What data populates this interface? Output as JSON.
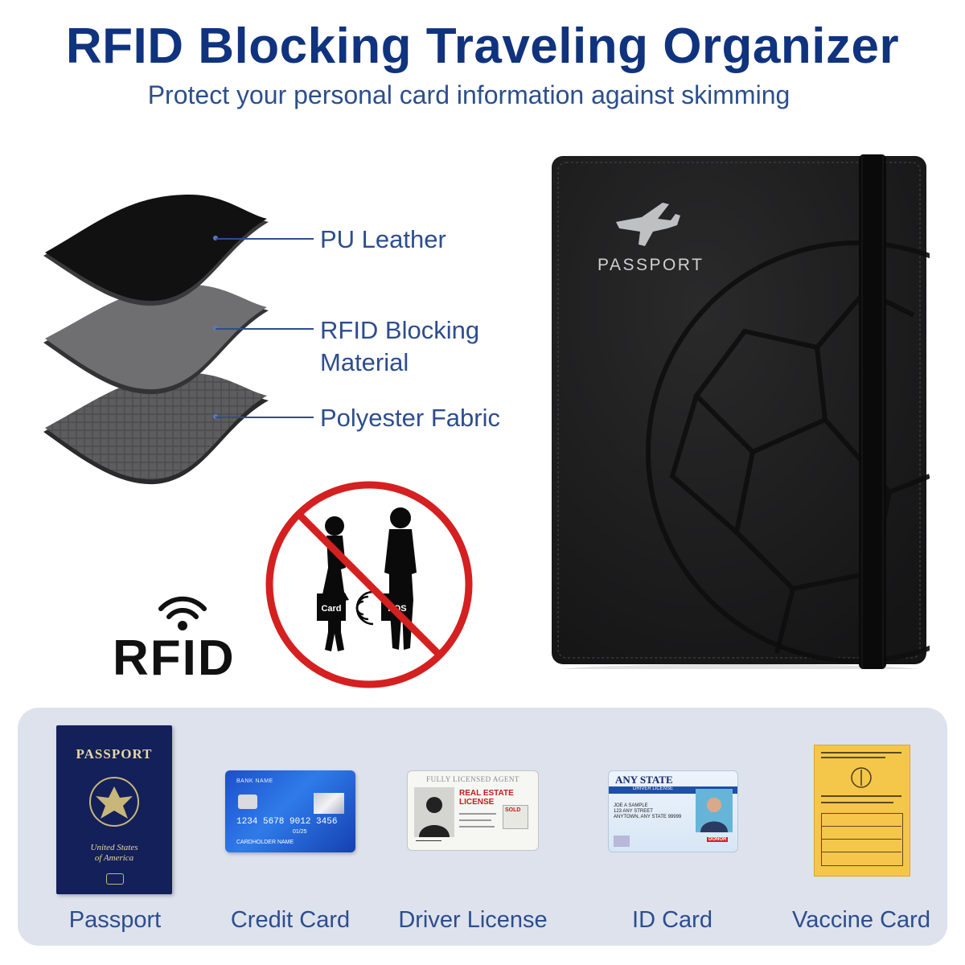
{
  "header": {
    "title": "RFID Blocking Traveling Organizer",
    "subtitle": "Protect your personal card information against skimming"
  },
  "layers": [
    {
      "label_lines": [
        "PU Leather"
      ]
    },
    {
      "label_lines": [
        "RFID Blocking",
        "Material"
      ]
    },
    {
      "label_lines": [
        "Polyester Fabric"
      ]
    }
  ],
  "rfid_logo": {
    "text": "RFID",
    "icon": "wifi-signal-icon"
  },
  "no_skimming_sign": {
    "left_box_text": "Card",
    "right_box_text": "POS"
  },
  "wallet": {
    "cover_text": "PASSPORT",
    "emblem_icon": "airplane-icon",
    "color": "#1b1b1c"
  },
  "documents": [
    {
      "label": "Passport",
      "cover_title": "PASSPORT",
      "cover_line1": "United States",
      "cover_line2": "of America"
    },
    {
      "label": "Credit Card",
      "bank_name": "BANK NAME",
      "number": "1234  5678  9012  3456",
      "expiry": "01/25",
      "holder": "CARDHOLDER NAME"
    },
    {
      "label": "Driver License",
      "header": "FULLY LICENSED AGENT",
      "badge_line1": "REAL ESTATE",
      "badge_line2": "LICENSE",
      "sold": "SOLD"
    },
    {
      "label": "ID Card",
      "state": "ANY STATE",
      "sub": "DRIVER LICENSE",
      "name": "JOE A SAMPLE",
      "street": "123 ANY STREET",
      "city": "ANYTOWN, ANY STATE 99999",
      "donor": "DONOR"
    },
    {
      "label": "Vaccine Card"
    }
  ],
  "colors": {
    "title_blue": "#10337f",
    "label_blue": "#2d4d8e",
    "panel_bg": "#dde2ed",
    "sign_red": "#d42020"
  }
}
